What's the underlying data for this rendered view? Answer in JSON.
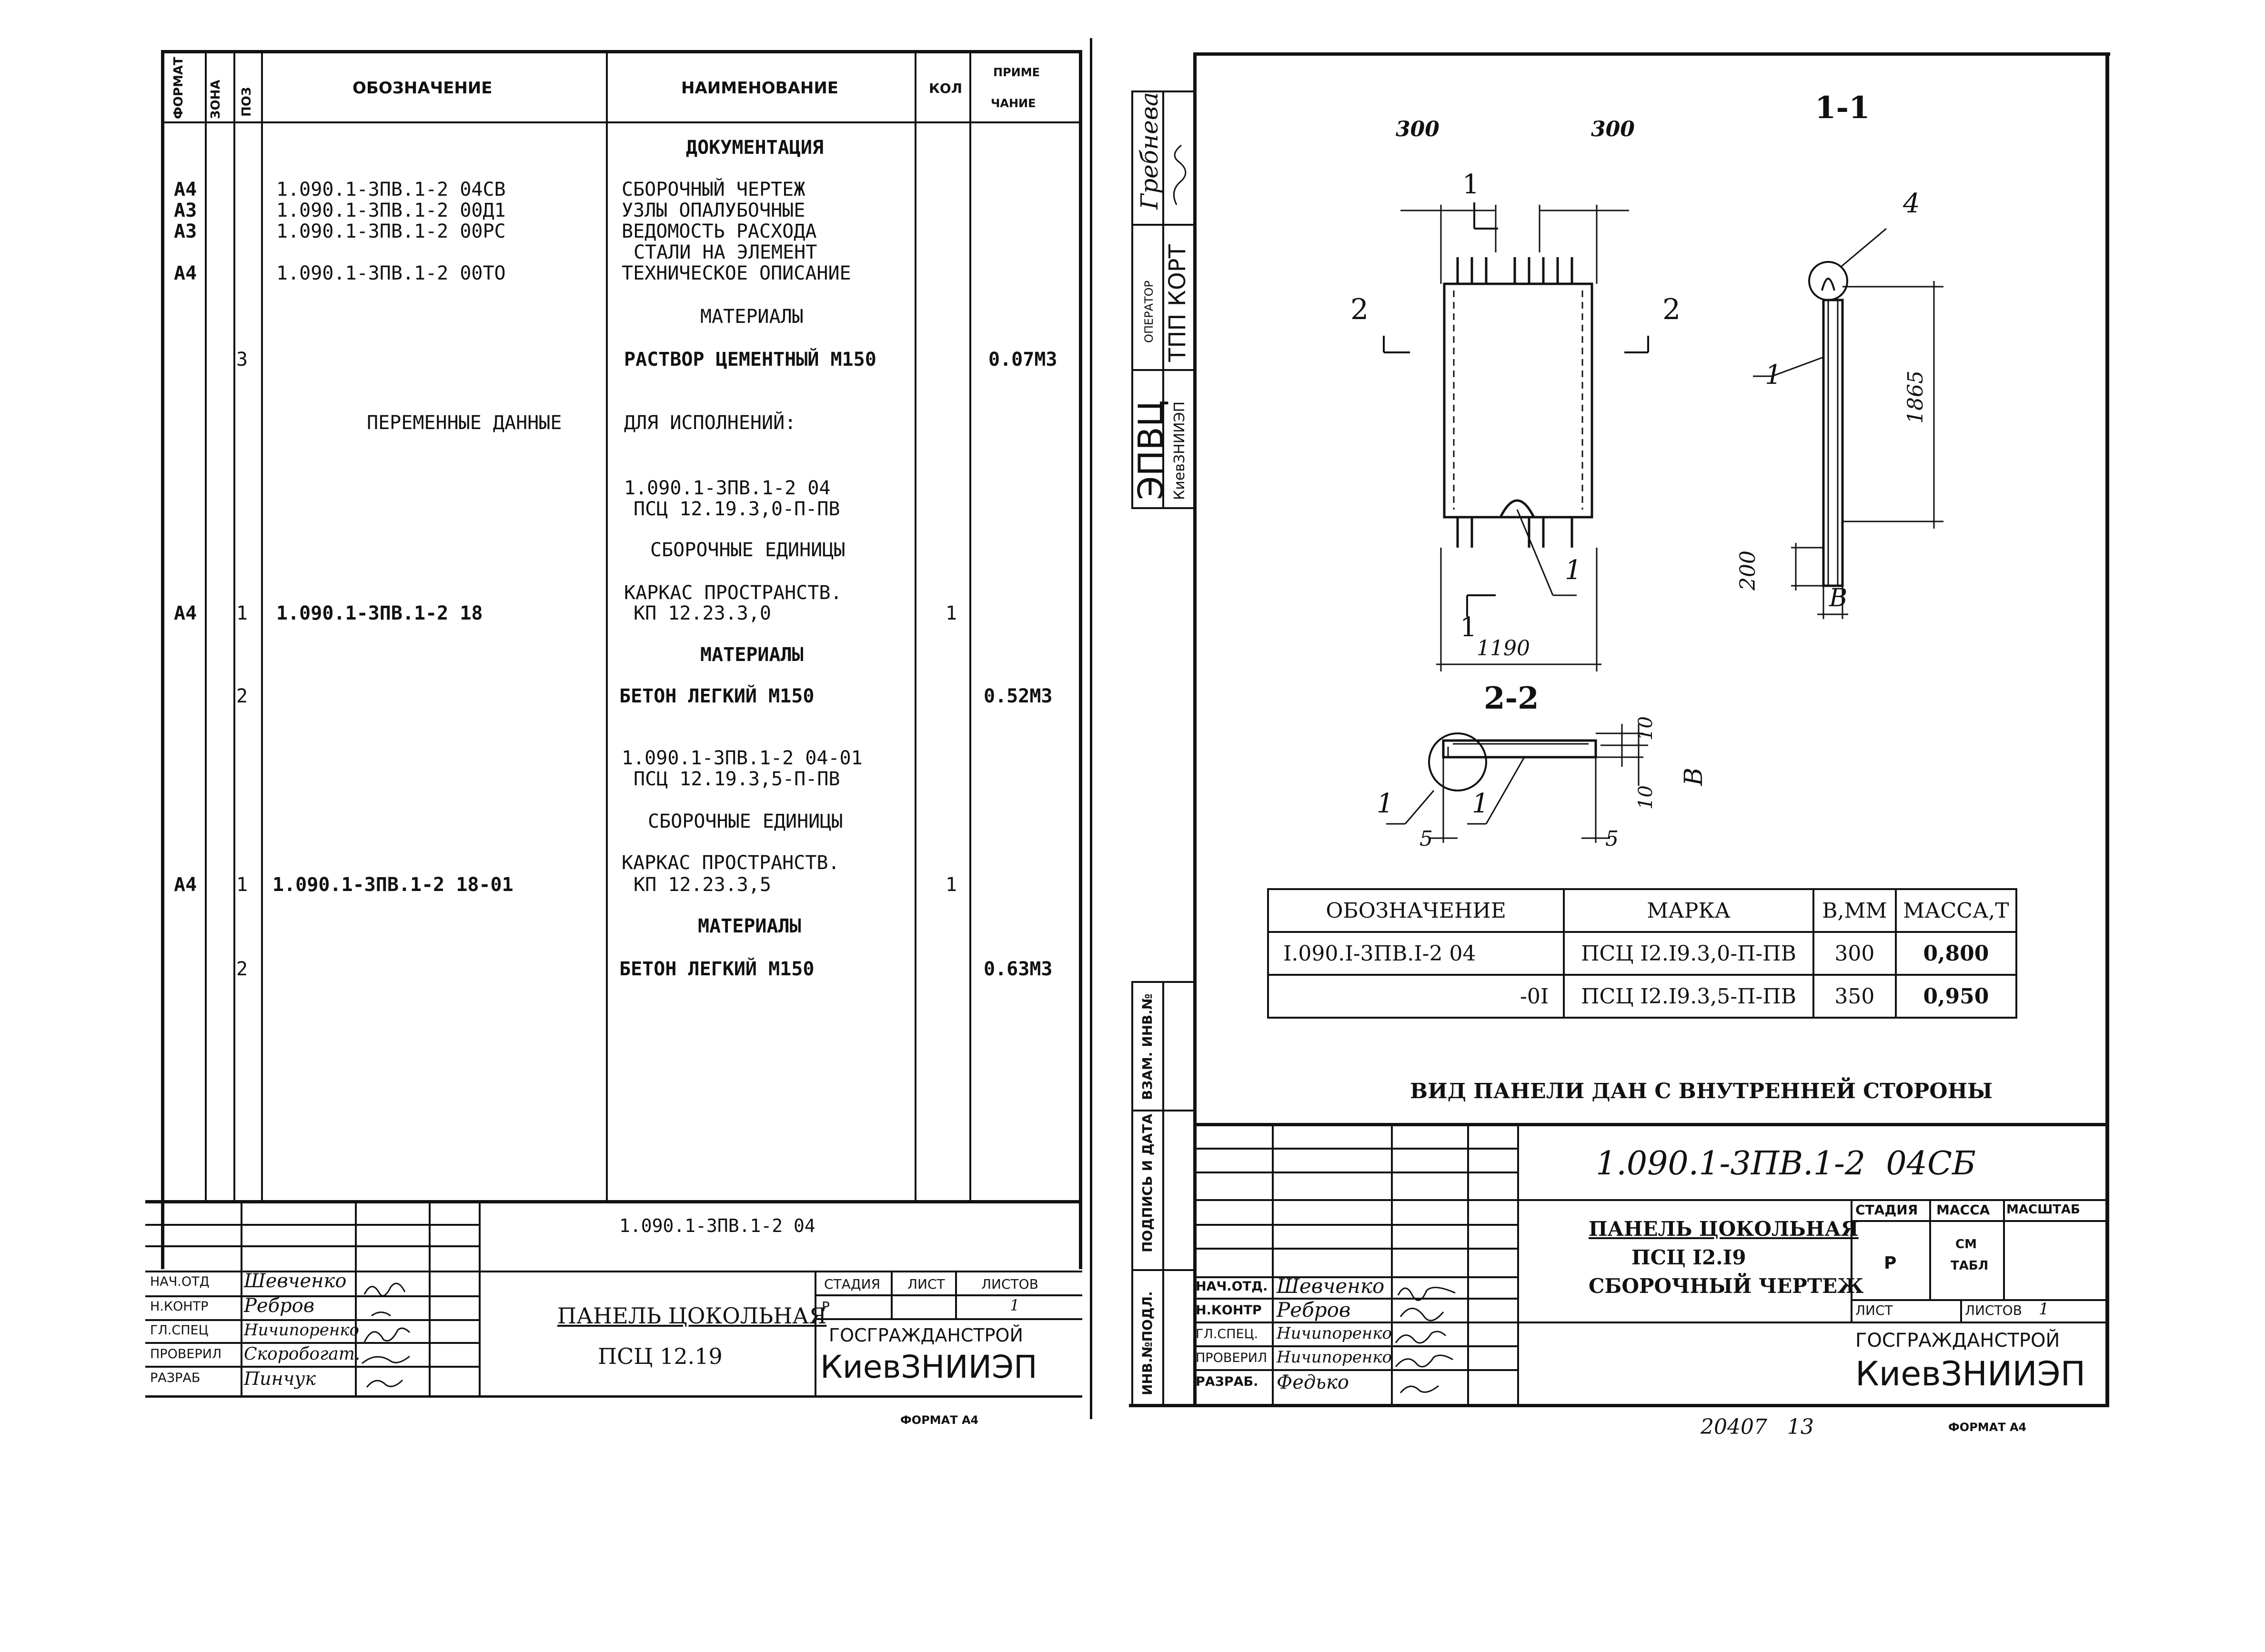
{
  "left_sheet": {
    "headers": {
      "format": "ФОРМАТ",
      "zone": "ЗОНА",
      "pos": "ПОЗ",
      "designation": "ОБОЗНАЧЕНИЕ",
      "name": "НАИМЕНОВАНИЕ",
      "qty": "КОЛ",
      "note_1": "ПРИМЕ",
      "note_2": "ЧАНИЕ"
    },
    "rows": [
      {
        "name": "ДОКУМЕНТАЦИЯ"
      },
      {
        "format": "А4",
        "designation": "1.090.1-3ПВ.1-2 04СВ",
        "name": "СБОРОЧНЫЙ ЧЕРТЕЖ"
      },
      {
        "format": "А3",
        "designation": "1.090.1-3ПВ.1-2 00Д1",
        "name": "УЗЛЫ ОПАЛУБОЧНЫЕ"
      },
      {
        "format": "А3",
        "designation": "1.090.1-3ПВ.1-2 00РС",
        "name": "ВЕДОМОСТЬ РАСХОДА"
      },
      {
        "name": "СТАЛИ НА ЭЛЕМЕНТ"
      },
      {
        "format": "А4",
        "designation": "1.090.1-3ПВ.1-2 00ТО",
        "name": "ТЕХНИЧЕСКОЕ ОПИСАНИЕ"
      },
      {
        "name": "МАТЕРИАЛЫ"
      },
      {
        "pos": "3",
        "name": "РАСТВОР ЦЕМЕНТНЫЙ М150",
        "note": "0.07М3"
      },
      {
        "designation": "ПЕРЕМЕННЫЕ ДАННЫЕ",
        "name": "ДЛЯ ИСПОЛНЕНИЙ:"
      },
      {
        "name": "1.090.1-3ПВ.1-2 04"
      },
      {
        "name": "ПСЦ 12.19.3,0-П-ПВ"
      },
      {
        "name": "СБОРОЧНЫЕ ЕДИНИЦЫ"
      },
      {
        "name": "КАРКАС ПРОСТРАНСТВ."
      },
      {
        "format": "А4",
        "pos": "1",
        "designation": "1.090.1-3ПВ.1-2 18",
        "name": "КП 12.23.3,0",
        "qty": "1"
      },
      {
        "name": "МАТЕРИАЛЫ"
      },
      {
        "pos": "2",
        "name": "БЕТОН ЛЕГКИЙ М150",
        "note": "0.52М3"
      },
      {
        "name": "1.090.1-3ПВ.1-2 04-01"
      },
      {
        "name": "ПСЦ 12.19.3,5-П-ПВ"
      },
      {
        "name": "СБОРОЧНЫЕ ЕДИНИЦЫ"
      },
      {
        "name": "КАРКАС ПРОСТРАНСТВ."
      },
      {
        "format": "А4",
        "pos": "1",
        "designation": "1.090.1-3ПВ.1-2 18-01",
        "name": "КП 12.23.3,5",
        "qty": "1"
      },
      {
        "name": "МАТЕРИАЛЫ"
      },
      {
        "pos": "2",
        "name": "БЕТОН ЛЕГКИЙ М150",
        "note": "0.63М3"
      }
    ],
    "title_block": {
      "doc_code": "1.090.1-3ПВ.1-2 04",
      "title_1": "ПАНЕЛЬ ЦОКОЛЬНАЯ",
      "title_2": "ПСЦ 12.19",
      "stage_h": "СТАДИЯ",
      "sheet_h": "ЛИСТ",
      "sheets_h": "ЛИСТОВ",
      "stage": "Р",
      "sheets": "1",
      "org_1": "ГОСГРАЖДАНСТРОЙ",
      "org_2": "КиевЗНИИЭП",
      "roles": [
        "НАЧ.ОТД",
        "Н.КОНТР",
        "ГЛ.СПЕЦ",
        "ПРОВЕРИЛ",
        "РАЗРАБ"
      ],
      "names": [
        "Шевченко",
        "Ребров",
        "Ничипоренко",
        "Скоробогат.",
        "Пинчук"
      ]
    },
    "format_label": "ФОРМАТ А4"
  },
  "right_sheet": {
    "side_stamp": {
      "name": "Гребнева",
      "operator": "ОПЕРАТОР",
      "tpp": "ТПП КОРТ",
      "epvc": "ЭПВЦ",
      "org": "КиевЗНИИЭП",
      "vzam": "ВЗАМ. ИНВ.№",
      "podpis": "ПОДПИСЬ И ДАТА",
      "inv": "ИНВ.№ПОДЛ."
    },
    "drawing": {
      "sec_11": "1-1",
      "sec_22": "2-2",
      "dim_300_a": "300",
      "dim_300_b": "300",
      "dim_1190": "1190",
      "dim_1865": "1865",
      "dim_200": "200",
      "dim_b": "В",
      "dim_10_a": "10",
      "dim_10_b": "10",
      "dim_5_a": "5",
      "dim_5_b": "5",
      "lbl_1": "1",
      "lbl_2": "2",
      "lbl_4": "4"
    },
    "marks_table": {
      "headers": [
        "ОБОЗНАЧЕНИЕ",
        "МАРКА",
        "В,ММ",
        "МАССА,Т"
      ],
      "rows": [
        [
          "I.090.I-3ПВ.I-2 04",
          "ПСЦ I2.I9.3,0-П-ПВ",
          "300",
          "0,800"
        ],
        [
          "-0I",
          "ПСЦ I2.I9.3,5-П-ПВ",
          "350",
          "0,950"
        ]
      ]
    },
    "caption": "ВИД ПАНЕЛИ ДАН С ВНУТРЕННЕЙ СТОРОНЫ",
    "title_block": {
      "doc_code": "1.090.1-3ПВ.1-2  04СБ",
      "title_1": "ПАНЕЛЬ ЦОКОЛЬНАЯ",
      "title_2": "ПСЦ I2.I9",
      "title_3": "СБОРОЧНЫЙ ЧЕРТЕЖ",
      "stage_h": "СТАДИЯ",
      "mass_h": "МАССА",
      "scale_h": "МАСШТАБ",
      "stage": "Р",
      "mass_1": "СМ",
      "mass_2": "ТАБЛ",
      "sheet_h": "ЛИСТ",
      "sheets_h": "ЛИСТОВ",
      "sheets": "1",
      "org_1": "ГОСГРАЖДАНСТРОЙ",
      "org_2": "КиевЗНИИЭП",
      "roles": [
        "НАЧ.ОТД.",
        "Н.КОНТР",
        "ГЛ.СПЕЦ.",
        "ПРОВЕРИЛ",
        "РАЗРАБ."
      ],
      "names": [
        "Шевченко",
        "Ребров",
        "Ничипоренко",
        "Ничипоренко",
        "Федько"
      ]
    },
    "bottom_number": "20407   13",
    "format_label": "ФОРМАТ А4"
  }
}
